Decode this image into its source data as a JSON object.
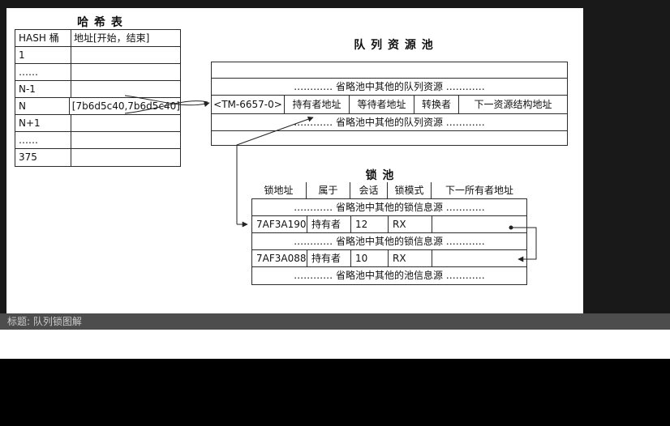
{
  "colors": {
    "frame": "#191919",
    "panel_bg": "#ffffff",
    "caption_bg": "#4d4d4d",
    "caption_text": "#cdcdcd",
    "line": "#2b2b2b"
  },
  "hash_table": {
    "title": "哈 希 表",
    "headers": [
      "HASH 桶",
      "地址[开始，结束]"
    ],
    "rows": [
      {
        "bucket": "1",
        "addr": ""
      },
      {
        "bucket": "……",
        "addr": ""
      },
      {
        "bucket": "N-1",
        "addr": ""
      },
      {
        "bucket": "N",
        "addr": "[7b6d5c40,7b6d5c40]"
      },
      {
        "bucket": "N+1",
        "addr": ""
      },
      {
        "bucket": "……",
        "addr": ""
      },
      {
        "bucket": "375",
        "addr": ""
      }
    ]
  },
  "queue_pool": {
    "title": "队 列 资 源 池",
    "ellipsis_top": "…………  省略池中其他的队列资源  …………",
    "resource_row": [
      "<TM-6657-0>",
      "持有者地址",
      "等待者地址",
      "转换者",
      "下一资源结构地址"
    ],
    "ellipsis_bottom": "…………  省略池中其他的队列资源  …………"
  },
  "lock_pool": {
    "title": "锁  池",
    "headers": [
      "锁地址",
      "属于",
      "会话",
      "锁模式",
      "下一所有者地址"
    ],
    "ellipsis_1": "…………  省略池中其他的锁信息源  …………",
    "lock_row_1": [
      "7AF3A190",
      "持有者",
      "12",
      "RX",
      ""
    ],
    "ellipsis_2": "…………  省略池中其他的锁信息源  …………",
    "lock_row_2": [
      "7AF3A088",
      "持有者",
      "10",
      "RX",
      ""
    ],
    "ellipsis_3": "…………  省略池中其他的池信息源  …………"
  },
  "caption": {
    "label": "标题: 队列锁图解"
  }
}
